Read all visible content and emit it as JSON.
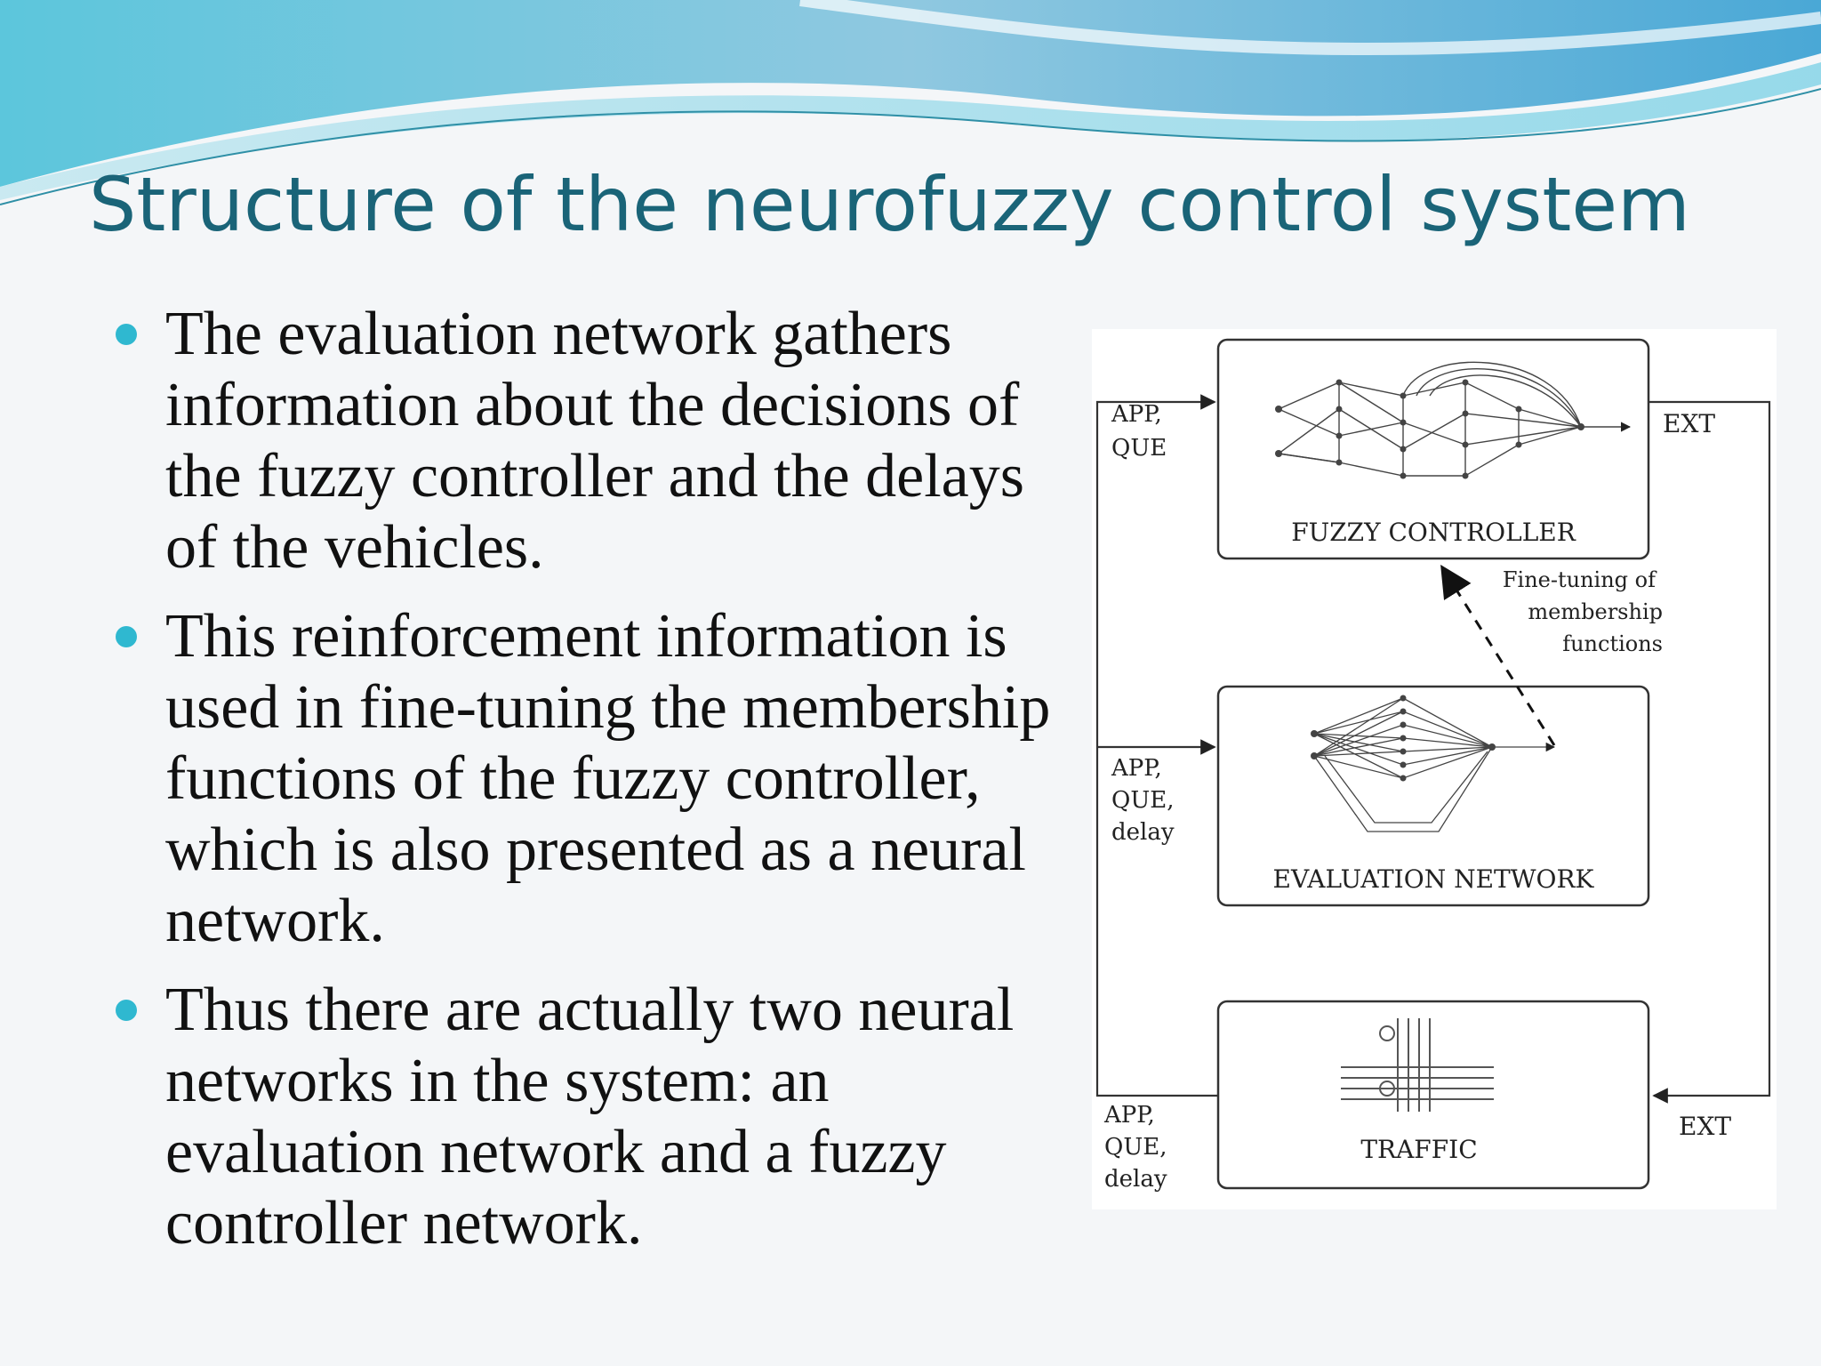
{
  "title": "Structure of the neurofuzzy control system",
  "bullets": [
    "The evaluation network gathers information about the decisions of the fuzzy controller and the delays of the vehicles.",
    "This reinforcement information is used in fine-tuning the membership functions of the fuzzy controller, which is also presented as a neural network.",
    "Thus there are actually two neural networks in the system: an evaluation network and a fuzzy controller network."
  ],
  "diagram": {
    "fuzzy_controller_label": "FUZZY CONTROLLER",
    "evaluation_network_label": "EVALUATION NETWORK",
    "traffic_label": "TRAFFIC",
    "fuzzy_inputs": [
      "APP,",
      "QUE"
    ],
    "evaluation_inputs": [
      "APP,",
      "QUE,",
      "delay"
    ],
    "traffic_outputs": [
      "APP,",
      "QUE,",
      "delay"
    ],
    "ext_top": "EXT",
    "ext_bottom": "EXT",
    "fine_tuning_note": [
      "Fine-tuning of",
      "membership",
      "functions"
    ]
  },
  "colors": {
    "title": "#1a6478",
    "bullet": "#2fb8d0",
    "text": "#111111"
  }
}
